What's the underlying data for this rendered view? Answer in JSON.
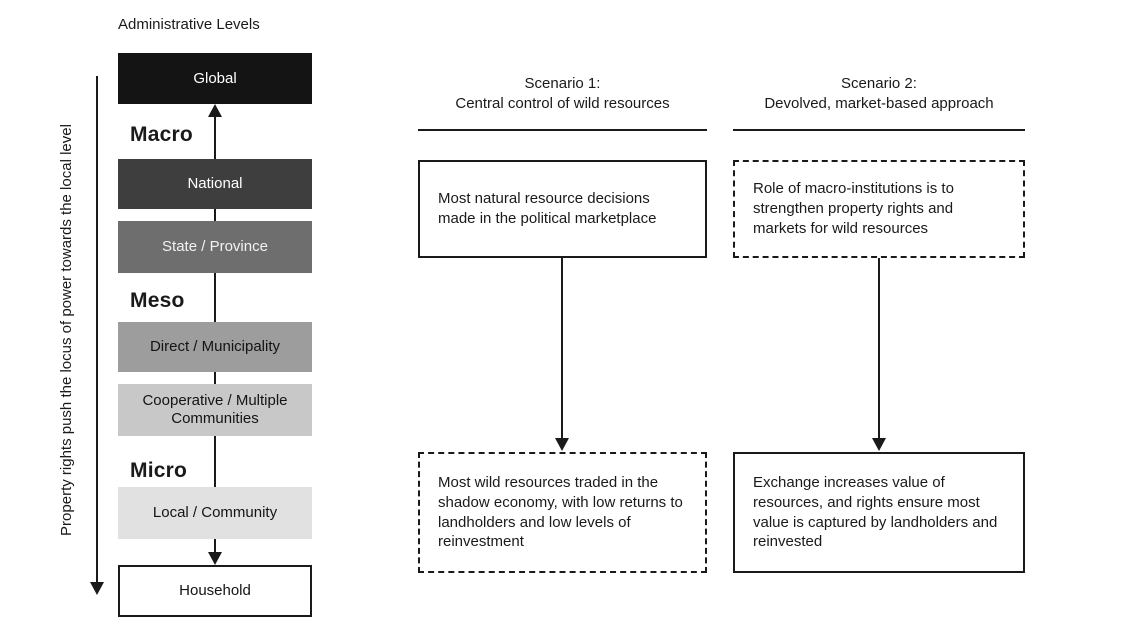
{
  "colors": {
    "ink": "#1a1a1a",
    "background": "#ffffff"
  },
  "admin_levels": {
    "title": "Administrative Levels",
    "side_label": "Property rights push the locus of power towards the local level",
    "group_labels": {
      "macro": "Macro",
      "meso": "Meso",
      "micro": "Micro"
    },
    "levels": [
      {
        "label": "Global",
        "bg": "#141414",
        "text_color": "#ffffff"
      },
      {
        "label": "National",
        "bg": "#3e3e3e",
        "text_color": "#ffffff"
      },
      {
        "label": "State / Province",
        "bg": "#6e6e6e",
        "text_color": "#f2f2f2"
      },
      {
        "label": "Direct / Municipality",
        "bg": "#9d9d9d",
        "text_color": "#141414"
      },
      {
        "label": "Cooperative / Multiple Communities",
        "bg": "#c8c8c8",
        "text_color": "#141414"
      },
      {
        "label": "Local / Community",
        "bg": "#e1e1e1",
        "text_color": "#141414"
      },
      {
        "label": "Household",
        "bg": "#ffffff",
        "text_color": "#141414"
      }
    ]
  },
  "scenarios": [
    {
      "title_line1": "Scenario 1:",
      "title_line2": "Central control of wild resources",
      "top_box": {
        "text": "Most natural resource decisions made in the political marketplace",
        "border": "solid"
      },
      "bottom_box": {
        "text": "Most wild resources traded in the shadow economy, with low returns to landholders and low levels of reinvestment",
        "border": "dashed"
      }
    },
    {
      "title_line1": "Scenario 2:",
      "title_line2": "Devolved, market-based approach",
      "top_box": {
        "text": "Role of macro-institutions is to strengthen property rights and markets for wild resources",
        "border": "dashed"
      },
      "bottom_box": {
        "text": "Exchange increases value of resources, and rights ensure most value is captured by landholders and reinvested",
        "border": "solid"
      }
    }
  ]
}
